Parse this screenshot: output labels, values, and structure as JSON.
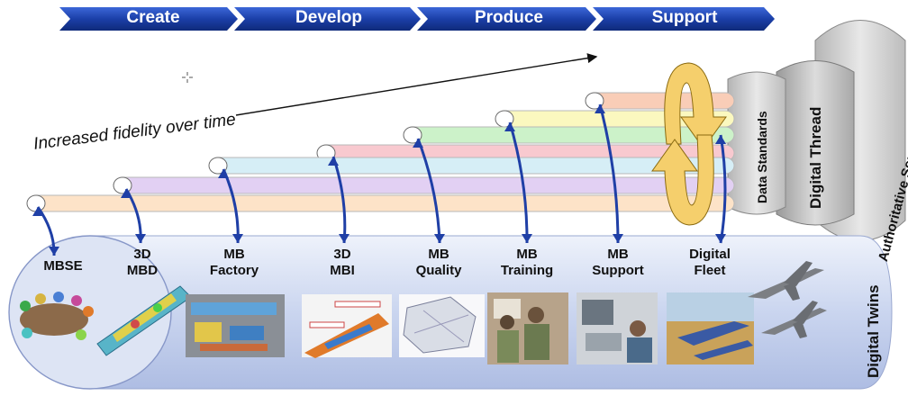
{
  "phases": [
    "Create",
    "Develop",
    "Produce",
    "Support"
  ],
  "fidelity_text": "Increased fidelity over time",
  "stack_labels": {
    "data_standards": "Data Standards",
    "digital_thread": "Digital Thread",
    "authoritative_source": "Authoritative Source of Truth",
    "digital_twins": "Digital Twins"
  },
  "stages": [
    {
      "lines": [
        "MBSE"
      ]
    },
    {
      "lines": [
        "3D",
        "MBD"
      ]
    },
    {
      "lines": [
        "MB",
        "Factory"
      ]
    },
    {
      "lines": [
        "3D",
        "MBI"
      ]
    },
    {
      "lines": [
        "MB",
        "Quality"
      ]
    },
    {
      "lines": [
        "MB",
        "Training"
      ]
    },
    {
      "lines": [
        "MB",
        "Support"
      ]
    },
    {
      "lines": [
        "Digital",
        "Fleet"
      ]
    }
  ],
  "tube_colors": [
    "#fde3c8",
    "#e2d0f3",
    "#d6eef6",
    "#f8c9cf",
    "#ccf2c9",
    "#fbf8bf",
    "#f9cdb7"
  ],
  "colors": {
    "arrow": "#1f3fa6",
    "band": "#cfd8ef",
    "cycle": "#f5cf6c"
  }
}
